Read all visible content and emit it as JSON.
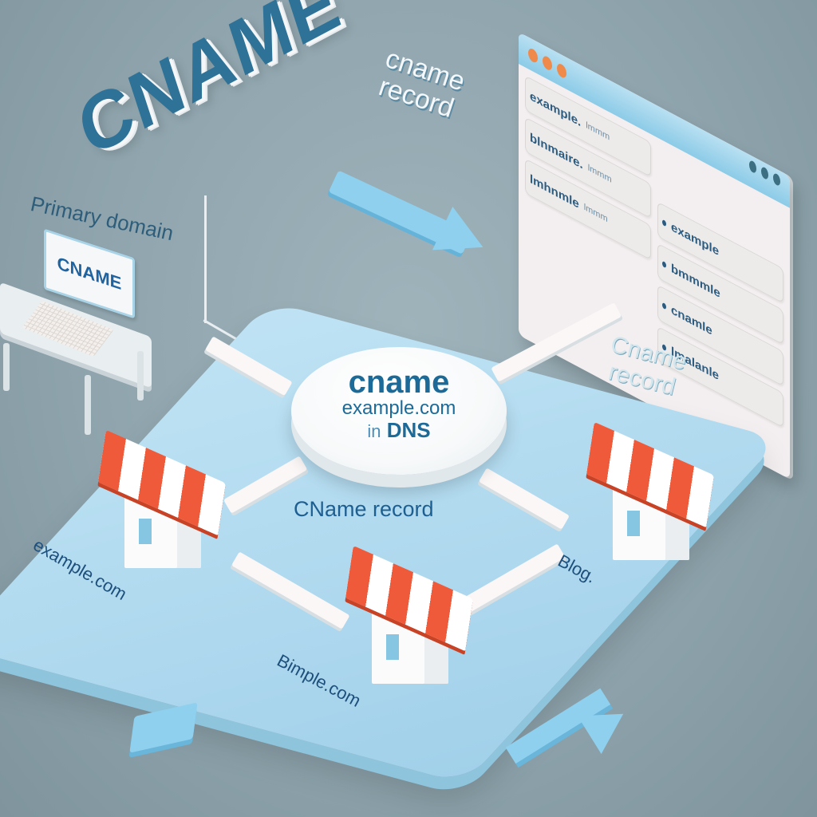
{
  "title": "CNAME",
  "labels": {
    "primary_domain": "Primary domain",
    "cname_record_top_l1": "cname",
    "cname_record_top_l2": "record",
    "cname_record_right_l1": "Cname",
    "cname_record_right_l2": "record",
    "cname_record_center": "CName record"
  },
  "desk": {
    "monitor_text": "CNAME"
  },
  "central_node": {
    "line1": "cname",
    "line2": "example.com",
    "line3_prefix": "in",
    "line3": "DNS"
  },
  "browser": {
    "window_controls_left": [
      "close",
      "minimize",
      "maximize"
    ],
    "window_controls_right": 3,
    "left_records": [
      {
        "name": "example.",
        "value": "lmmm"
      },
      {
        "name": "blnmaire.",
        "value": "lmmm"
      },
      {
        "name": "lmhnmle",
        "value": "lmmm"
      }
    ],
    "right_records": [
      {
        "name": "example"
      },
      {
        "name": "bmmmle"
      },
      {
        "name": "cnamle"
      },
      {
        "name": "lmalanle"
      }
    ]
  },
  "nodes": [
    {
      "id": "example",
      "label": "example.com"
    },
    {
      "id": "blog",
      "label": "Blog."
    },
    {
      "id": "bimple",
      "label": "Bimple.com"
    }
  ],
  "colors": {
    "background": "#8fa4ad",
    "platform": "#aed8ee",
    "primary_text": "#1c6a98",
    "awning_red": "#ef5a3a",
    "accent_blue": "#8fd0ef"
  }
}
